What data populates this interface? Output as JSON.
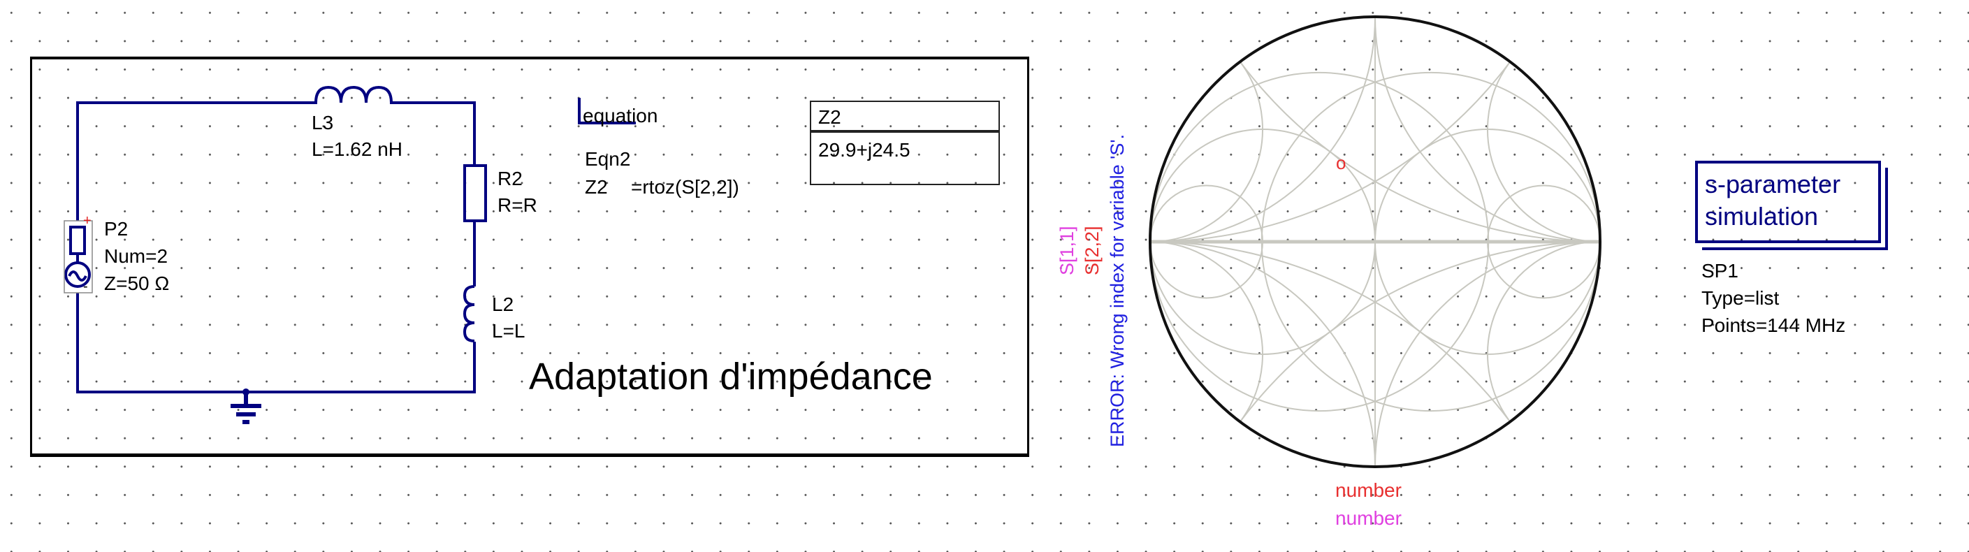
{
  "schematic": {
    "title_text": "Adaptation d'impédance",
    "components": {
      "l3": {
        "name": "L3",
        "value": "L=1.62 nH"
      },
      "r2": {
        "name": "R2",
        "value": "R=R"
      },
      "l2": {
        "name": "L2",
        "value": "L=L"
      },
      "p2": {
        "name": "P2",
        "num": "Num=2",
        "z": "Z=50 Ω",
        "plus": "+",
        "minus": "-"
      }
    },
    "equation": {
      "header": "equation",
      "name": "Eqn2",
      "expr_var": "Z2",
      "expr": "=rtoz(S[2,2])"
    },
    "result_table": {
      "header": "Z2",
      "value": "29.9+j24.5"
    }
  },
  "smith_chart": {
    "labels": {
      "s11": "S[1,1]",
      "s22": "S[2,2]",
      "error": "ERROR: Wrong index for variable 'S'."
    },
    "x_labels": [
      "number",
      "number"
    ],
    "marker_symbol": "o",
    "colors": {
      "s11": "#e040e0",
      "s22": "#e83030",
      "error": "#2020e0",
      "grid": "#c8c8c0"
    }
  },
  "simulation": {
    "title_line1": "s-parameter",
    "title_line2": "simulation",
    "name": "SP1",
    "type": "Type=list",
    "points": "Points=144 MHz"
  },
  "chart_data": {
    "type": "smith",
    "series": [
      {
        "name": "S[2,2]",
        "marker": "o"
      }
    ],
    "xlabel": "number"
  }
}
